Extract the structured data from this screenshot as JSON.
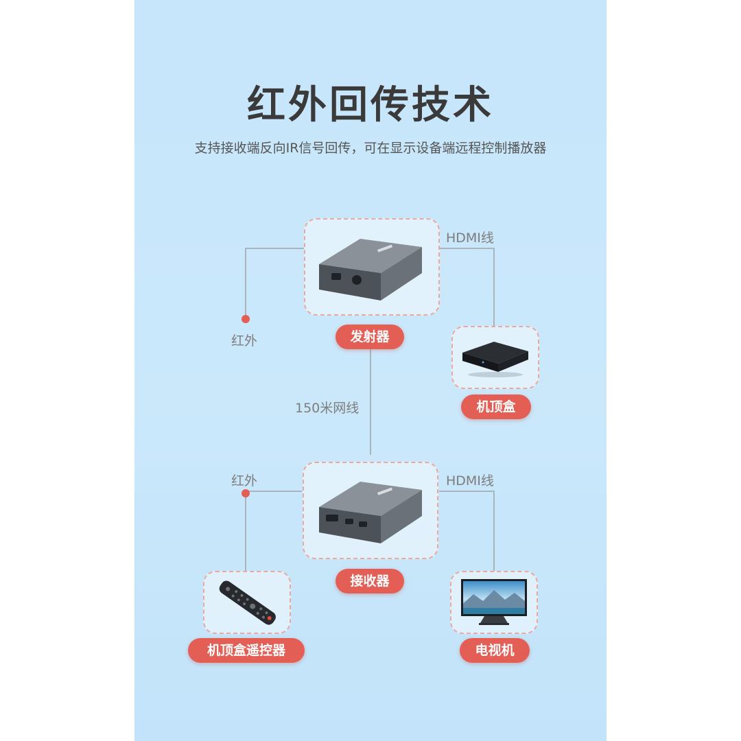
{
  "header": {
    "title": "红外回传技术",
    "subtitle": "支持接收端反向IR信号回传，可在显示设备端远程控制播放器"
  },
  "devices": {
    "transmitter": "发射器",
    "set_top_box": "机顶盒",
    "receiver": "接收器",
    "remote": "机顶盒遥控器",
    "tv": "电视机"
  },
  "connections": {
    "ir_top": "红外",
    "hdmi_top": "HDMI线",
    "network": "150米网线",
    "ir_bottom": "红外",
    "hdmi_bottom": "HDMI线"
  },
  "colors": {
    "accent": "#e35f55",
    "background": "#c7e6fb",
    "line": "#a9b4bd"
  }
}
